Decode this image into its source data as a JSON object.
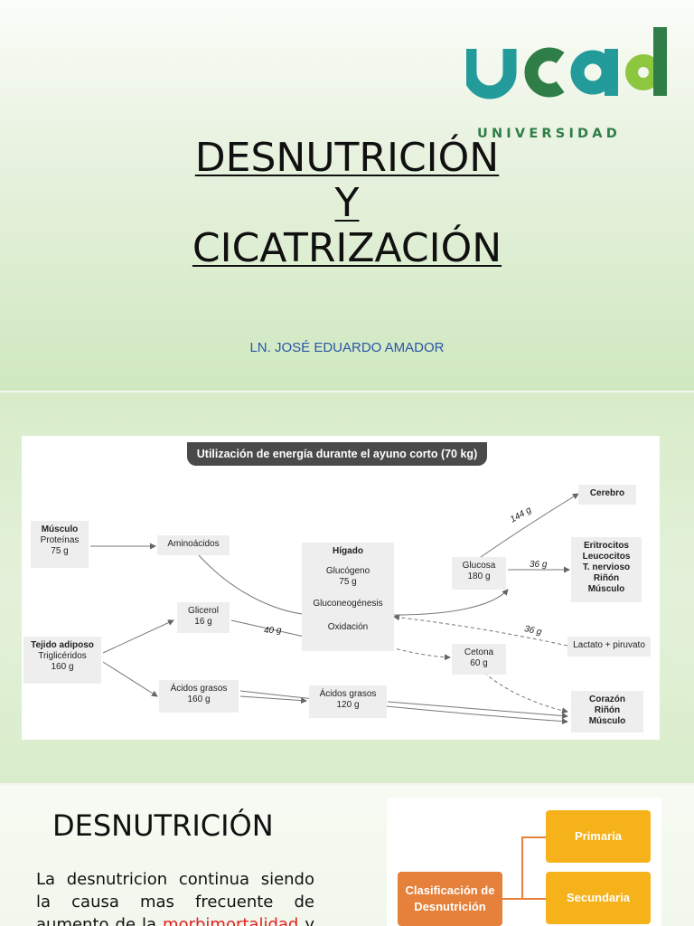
{
  "slide1": {
    "logo": {
      "word": "ucad",
      "sub": "UNIVERSIDAD",
      "colors": {
        "teal": "#239b9b",
        "green": "#2f7d47",
        "lime": "#8dc63f"
      }
    },
    "title_lines": [
      "DESNUTRICIÓN",
      "Y",
      "CICATRIZACIÓN"
    ],
    "author": "LN. JOSÉ EDUARDO AMADOR"
  },
  "slide2": {
    "diagram_title": "Utilización de energía durante el ayuno corto (70 kg)",
    "nodes": {
      "musculo": {
        "head": "Músculo",
        "lines": [
          "Proteínas",
          "75 g"
        ]
      },
      "aminoacidos": {
        "lines": [
          "Aminoácidos"
        ]
      },
      "tejido": {
        "head": "Tejido adiposo",
        "lines": [
          "Triglicéridos",
          "160 g"
        ]
      },
      "glicerol": {
        "lines": [
          "Glicerol",
          "16 g"
        ]
      },
      "acidos1": {
        "lines": [
          "Ácidos grasos",
          "160 g"
        ]
      },
      "higado": {
        "head": "Hígado",
        "lines": [
          "Glucógeno",
          "75 g",
          "Gluconeogénesis",
          "Oxidación"
        ]
      },
      "acidos2": {
        "lines": [
          "Ácidos grasos",
          "120 g"
        ]
      },
      "glucosa": {
        "lines": [
          "Glucosa",
          "180 g"
        ]
      },
      "cetona": {
        "lines": [
          "Cetona",
          "60 g"
        ]
      },
      "cerebro": {
        "head": "Cerebro"
      },
      "eritro": {
        "head_lines": [
          "Eritrocitos",
          "Leucocitos",
          "T. nervioso",
          "Riñón",
          "Músculo"
        ]
      },
      "lactato": {
        "lines": [
          "Lactato + piruvato"
        ]
      },
      "corazon": {
        "head_lines": [
          "Corazón",
          "Riñón",
          "Músculo"
        ]
      }
    },
    "labels": {
      "g144": "144 g",
      "g36a": "36 g",
      "g36b": "36 g",
      "g40": "40 g"
    }
  },
  "slide3": {
    "title": "DESNUTRICIÓN",
    "body_before": "La desnutricion continua siendo la causa mas frecuente de aumento de la ",
    "body_highlight": "morbimortalidad",
    "body_after": " y",
    "classification": {
      "main": "Clasificación de Desnutrición",
      "items": [
        "Primaria",
        "Secundaria"
      ]
    }
  }
}
